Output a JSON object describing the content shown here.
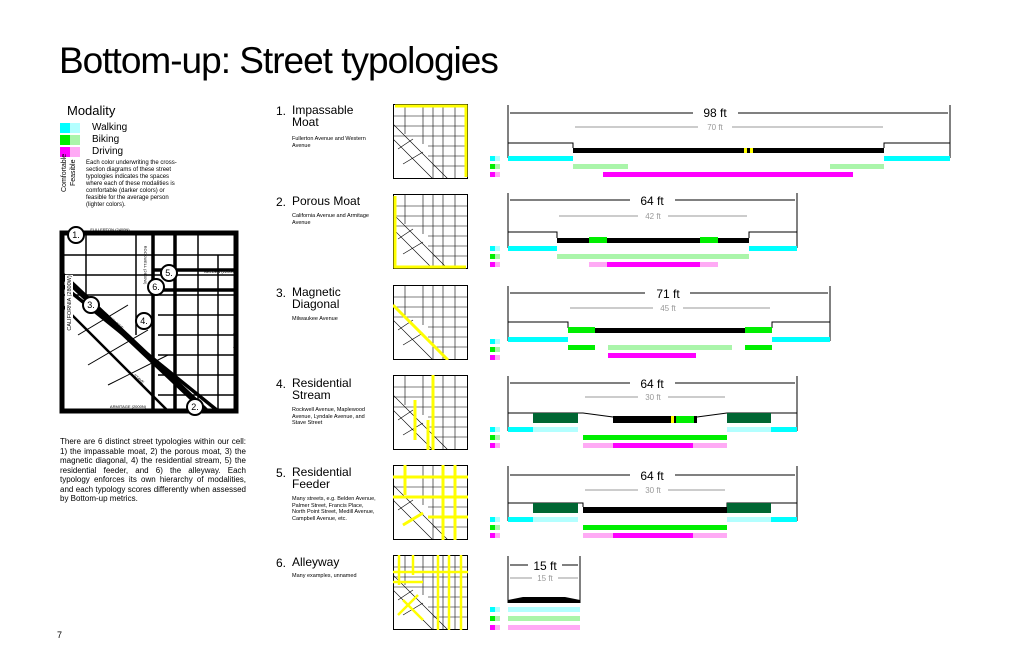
{
  "title": "Bottom-up: Street typologies",
  "legend": {
    "title": "Modality",
    "items": [
      {
        "label": "Walking",
        "dark": "#00ffff",
        "light": "#b3ffff"
      },
      {
        "label": "Biking",
        "dark": "#00ee00",
        "light": "#aaf5aa"
      },
      {
        "label": "Driving",
        "dark": "#ff00ff",
        "light": "#ffaaf5"
      }
    ],
    "comfortable": "Comfortable",
    "feasible": "Feasible",
    "note": "Each color underwriting the cross-section diagrams of these street typologies indicates the spaces where each of these modalities is comfortable (darker colors) or feasible for the average person (lighter colors)."
  },
  "map": {
    "streets": [
      "FULLERTON (2400N)",
      "ROCKWELL (2600W)",
      "BELDEN (2200N)",
      "CALIFORNIA (2800W)",
      "MILWAUKEE",
      "WESTERN (2400W)",
      "STAVE",
      "ARMITAGE (2000N)"
    ],
    "markers": [
      "1.",
      "2.",
      "3.",
      "4.",
      "5.",
      "6."
    ]
  },
  "description": "There are 6 distinct street typologies within our cell: 1) the impassable moat, 2) the porous moat, 3) the magnetic diagonal, 4) the residential stream, 5) the residential feeder, and 6) the alleyway. Each typology enforces its own hierarchy of modalities, and each typology scores differently when assessed by Bottom-up metrics.",
  "page_number": "7",
  "typologies": [
    {
      "num": "1.",
      "name": "Impassable Moat",
      "sub": "Fullerton Avenue and Western Avenue",
      "total": "98 ft",
      "inner": "70 ft"
    },
    {
      "num": "2.",
      "name": "Porous Moat",
      "sub": "California Avenue and Armitage Avenue",
      "total": "64 ft",
      "inner": "42 ft"
    },
    {
      "num": "3.",
      "name": "Magnetic Diagonal",
      "sub": "Milwaukee Avenue",
      "total": "71 ft",
      "inner": "45 ft"
    },
    {
      "num": "4.",
      "name": "Residential Stream",
      "sub": "Rockwell Avenue, Maplewood Avenue, Lyndale Avenue, and Stave Street",
      "total": "64 ft",
      "inner": "30 ft"
    },
    {
      "num": "5.",
      "name": "Residential Feeder",
      "sub": "Many streets, e.g. Belden Avenue, Palmer Street, Francis Place, North Point Street, Medill Avenue, Campbell Avenue, etc.",
      "total": "64 ft",
      "inner": "30 ft"
    },
    {
      "num": "6.",
      "name": "Alleyway",
      "sub": "Many examples, unnamed",
      "total": "15 ft",
      "inner": "15 ft"
    }
  ]
}
